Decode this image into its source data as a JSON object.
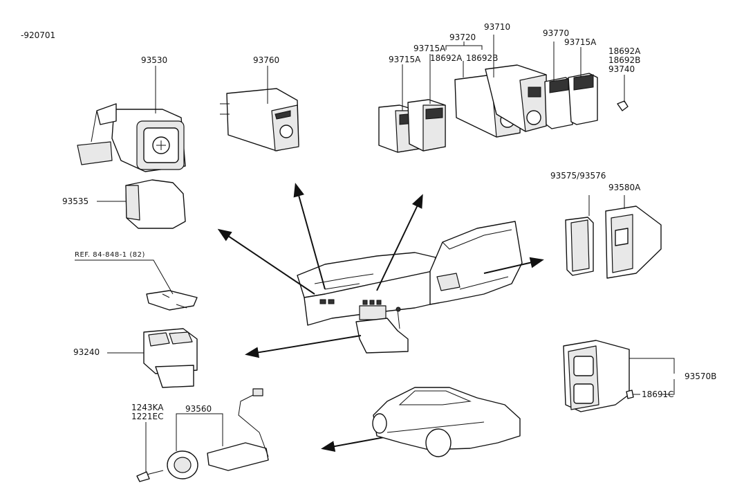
{
  "diagram": {
    "ref_code": "-920701",
    "ref_note": "REF. 84-848-1 (82)",
    "part_labels": {
      "p93530": "93530",
      "p93535": "93535",
      "p93240": "93240",
      "p1243KA": "1243KA",
      "p1221EC": "1221EC",
      "p93560": "93560",
      "p93760": "93760",
      "p93715A_left": "93715A",
      "p93715A_mid": "93715A",
      "p18692A_mid": "18692A",
      "p93720": "93720",
      "p18692B_mid": "18692B",
      "p93710": "93710",
      "p93770": "93770",
      "p93715A_right": "93715A",
      "p18692A_right": "18692A",
      "p18692B_right": "18692B",
      "p93740": "93740",
      "p93575_93576": "93575/93576",
      "p93580A": "93580A",
      "p93570B": "93570B",
      "p18691C": "18691C"
    }
  }
}
